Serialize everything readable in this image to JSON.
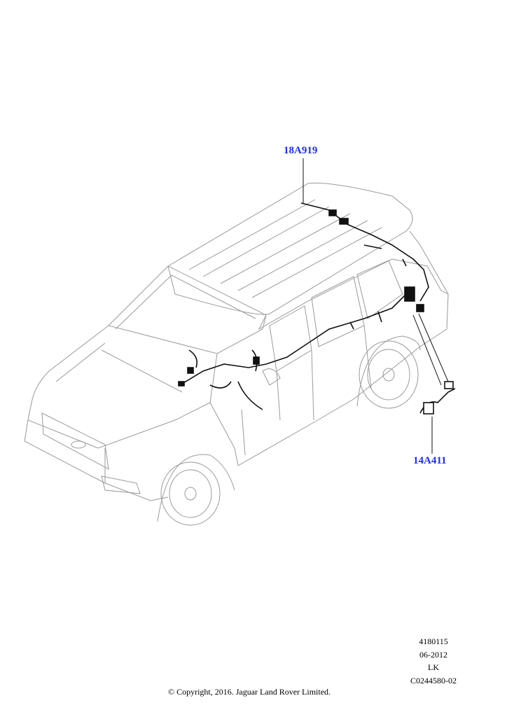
{
  "diagram": {
    "callouts": [
      {
        "part_number": "18A919"
      },
      {
        "part_number": "14A411"
      }
    ],
    "reference": {
      "code": "4180115",
      "date": "06-2012",
      "initials": "LK",
      "illustration_id": "C0244580-02"
    },
    "copyright": "© Copyright, 2016. Jaguar Land Rover Limited.",
    "colors": {
      "callout": "#1a2cff",
      "outline": "#9a9a9a",
      "harness": "#111111"
    }
  }
}
